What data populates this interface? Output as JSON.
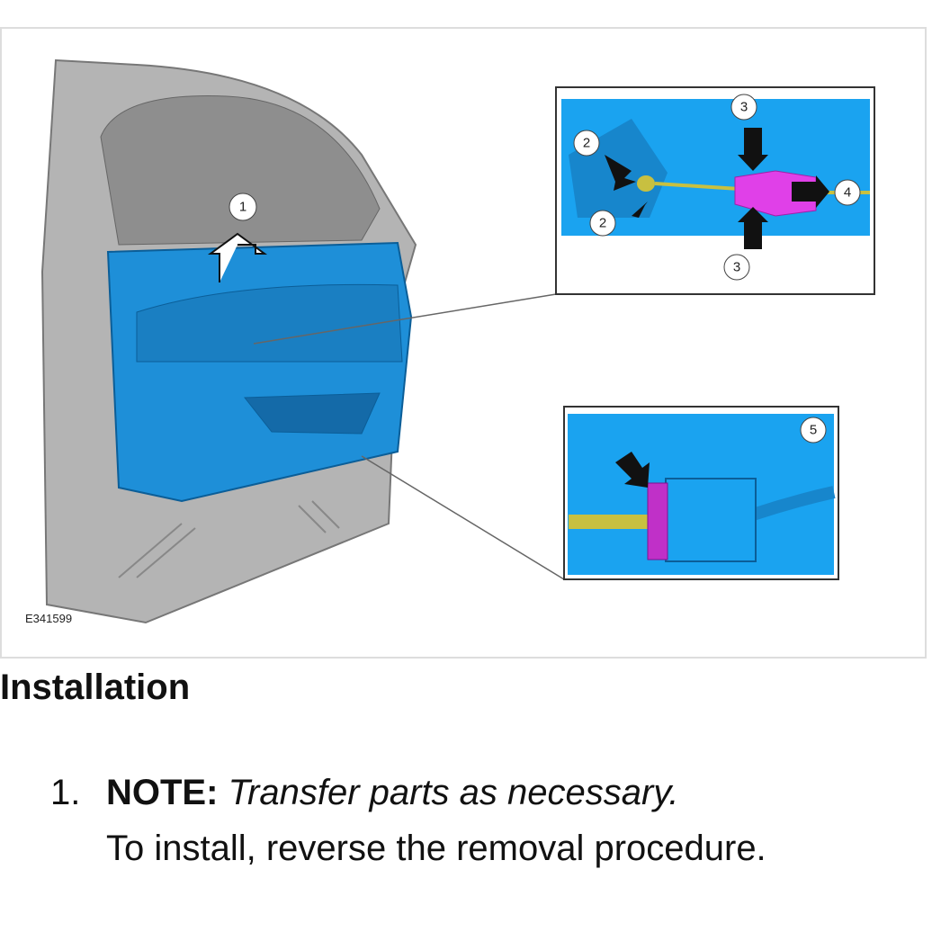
{
  "figure": {
    "id_label": "E341599",
    "callouts": [
      "1",
      "2",
      "2",
      "3",
      "3",
      "4",
      "5"
    ],
    "colors": {
      "panel_blue": "#1e8fd8",
      "inset_blue": "#1aa3f0",
      "connector_magenta": "#e040e8",
      "door_gray": "#a8a8a8",
      "rod_yellow": "#c8c040"
    }
  },
  "section": {
    "heading": "Installation"
  },
  "steps": [
    {
      "number": "1.",
      "note_label": "NOTE:",
      "note_text": "Transfer parts as necessary.",
      "instruction": "To install, reverse the removal procedure."
    }
  ]
}
